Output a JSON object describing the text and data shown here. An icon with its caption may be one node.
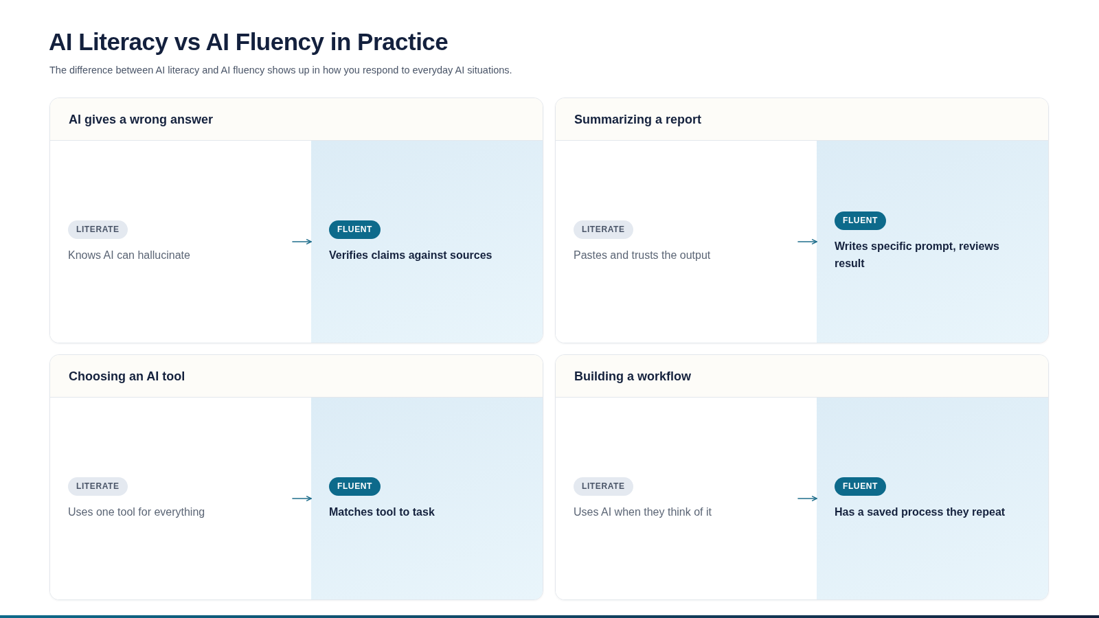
{
  "diagram": {
    "title": "AI Literacy vs AI Fluency in Practice",
    "caption": "The difference between AI literacy and AI fluency shows up in how you respond to everyday AI situations.",
    "nodes": [
      {
        "text": [
          "AI gives a wrong answer"
        ]
      },
      {
        "text": [
          "LITERATE",
          "Knows AI can hallucinate"
        ],
        "in": 0
      },
      {
        "text": [
          "FLUENT",
          "Verifies claims against sources"
        ],
        "in": 0
      },
      {
        "text": [
          "Summarizing a report"
        ]
      },
      {
        "text": [
          "LITERATE",
          "Pastes and trusts the output"
        ],
        "in": 3
      },
      {
        "text": [
          "FLUENT",
          "Writes specific prompt, reviews result"
        ],
        "in": 3
      },
      {
        "text": [
          "Choosing an AI tool"
        ]
      },
      {
        "text": [
          "LITERATE",
          "Uses one tool for everything"
        ],
        "in": 6
      },
      {
        "text": [
          "FLUENT",
          "Matches tool to task"
        ],
        "in": 6
      },
      {
        "text": [
          "Building a workflow"
        ]
      },
      {
        "text": [
          "LITERATE",
          "Uses AI when they think of it"
        ],
        "in": 9
      },
      {
        "text": [
          "FLUENT",
          "Has a saved process they repeat"
        ],
        "in": 9
      }
    ],
    "edges": [
      {
        "from": 1,
        "to": 2,
        "arrow": "to"
      },
      {
        "from": 4,
        "to": 5,
        "arrow": "to"
      },
      {
        "from": 7,
        "to": 8,
        "arrow": "to"
      },
      {
        "from": 10,
        "to": 11,
        "arrow": "to"
      }
    ]
  }
}
